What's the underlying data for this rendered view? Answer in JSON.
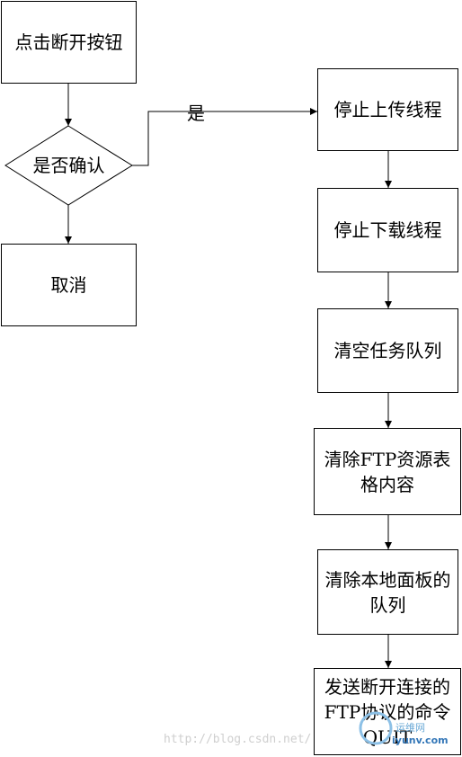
{
  "nodes": {
    "click_disconnect": "点击断开按钮",
    "confirm_decision": "是否确认",
    "cancel": "取消",
    "stop_upload": "停止上传线程",
    "stop_download": "停止下载线程",
    "clear_queue": "清空任务队列",
    "clear_ftp_table": "清除FTP资源表格内容",
    "clear_local_queue": "清除本地面板的队列",
    "send_quit": "发送断开连接的FTP协议的命令QUIT"
  },
  "edge_labels": {
    "yes": "是"
  },
  "watermark": {
    "url": "http://blog.csdn.net/",
    "logo_top": "运维网",
    "logo_bottom": "iyunv.com"
  }
}
